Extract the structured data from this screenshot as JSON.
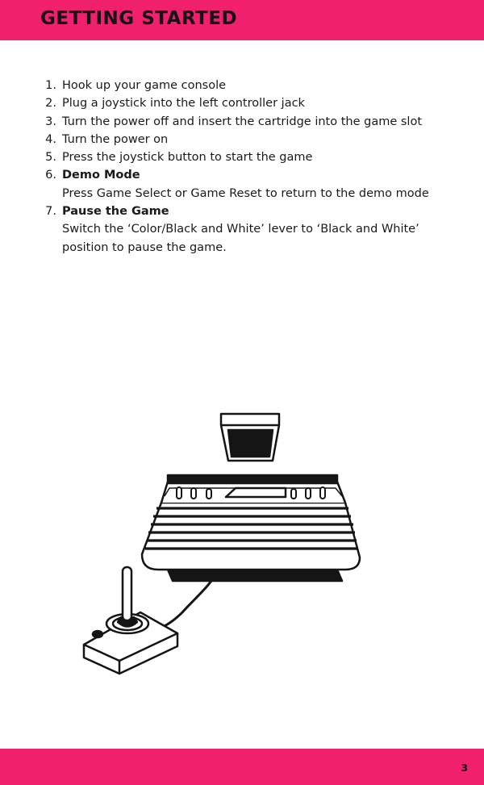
{
  "header": {
    "title": "GETTING STARTED",
    "band_color": "#f0206e"
  },
  "steps": [
    {
      "number": "1.",
      "text": "Hook up your game console"
    },
    {
      "number": "2.",
      "text": "Plug a joystick into the left controller jack"
    },
    {
      "number": "3.",
      "text": "Turn the power off and insert the cartridge into the game slot"
    },
    {
      "number": "4.",
      "text": "Turn the power on"
    },
    {
      "number": "5.",
      "text": "Press the joystick button to start the game"
    },
    {
      "number": "6.",
      "title": "Demo Mode",
      "text": "Press Game Select or Game Reset to return to the demo mode"
    },
    {
      "number": "7.",
      "title": "Pause the Game",
      "text": "Switch the ‘Color/Black and White’ lever to ‘Black and White’ position to pause the game."
    }
  ],
  "illustration": {
    "items": [
      "cartridge-icon",
      "console-icon",
      "joystick-icon"
    ]
  },
  "footer": {
    "page_number": "3"
  }
}
